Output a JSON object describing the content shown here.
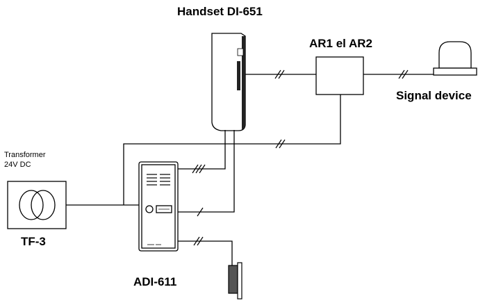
{
  "labels": {
    "handset": "Handset DI-651",
    "relay": "AR1 el AR2",
    "signal_device": "Signal device",
    "transformer_line1": "Transformer",
    "transformer_line2": "24V DC",
    "transformer_model": "TF-3",
    "door_panel": "ADI-611"
  },
  "colors": {
    "line": "#000000",
    "handset_dark": "#222222",
    "lock_fill": "#555555"
  }
}
